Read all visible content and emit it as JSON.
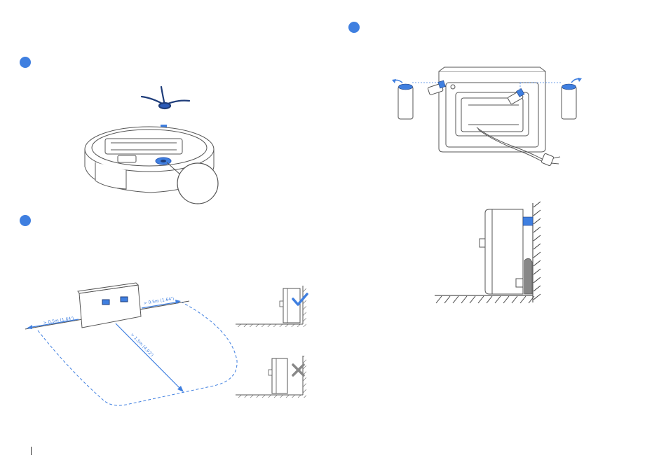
{
  "steps": {
    "step1": {
      "number": ""
    },
    "step2": {
      "number": ""
    },
    "step3": {
      "number": ""
    }
  },
  "clearance": {
    "left": "> 0.5m (1.64')",
    "right": "> 0.5m (1.64')",
    "front": "> 1.5m (4.92')"
  },
  "indicators": {
    "correct": "check-icon",
    "incorrect": "cross-icon"
  },
  "colors": {
    "accent": "#3f7fe0",
    "line": "#555555",
    "wall_hatch": "#444444"
  }
}
